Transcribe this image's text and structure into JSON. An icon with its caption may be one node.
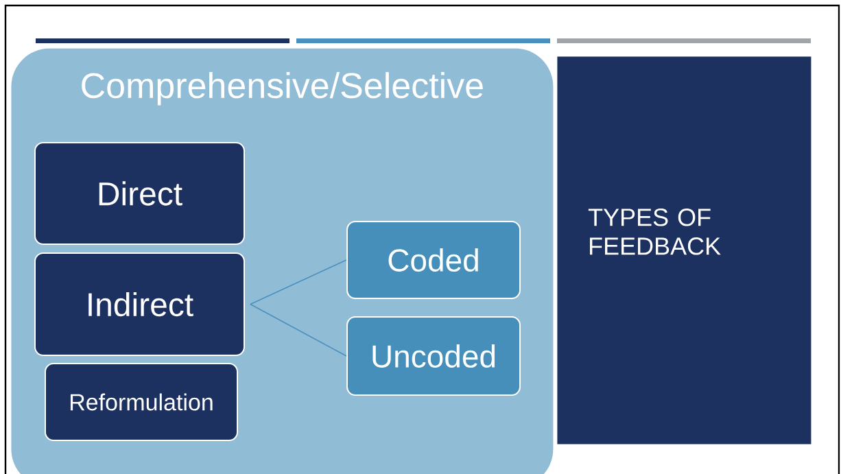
{
  "diagram": {
    "nodes": [
      {
        "text": [
          "Comprehensive/Selective"
        ]
      },
      {
        "text": [
          "Direct"
        ],
        "in": 0
      },
      {
        "text": [
          "Indirect"
        ],
        "in": 0
      },
      {
        "text": [
          "Reformulation"
        ],
        "in": 0
      },
      {
        "text": [
          "Coded"
        ],
        "in": 0
      },
      {
        "text": [
          "Uncoded"
        ],
        "in": 0
      },
      {
        "text": [
          "TYPES OF FEEDBACK"
        ]
      }
    ],
    "edges": [
      {
        "from": 2,
        "to": 4,
        "arrow": "none"
      },
      {
        "from": 2,
        "to": 5,
        "arrow": "none"
      }
    ]
  }
}
